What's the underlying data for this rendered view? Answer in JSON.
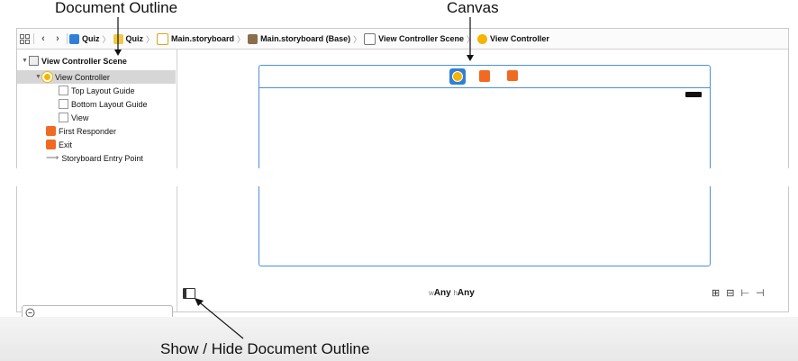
{
  "callouts": {
    "document_outline": "Document Outline",
    "canvas": "Canvas",
    "show_hide": "Show / Hide Document Outline"
  },
  "breadcrumbs": [
    {
      "label": "Quiz",
      "icon": "project-icon"
    },
    {
      "label": "Quiz",
      "icon": "folder-icon"
    },
    {
      "label": "Main.storyboard",
      "icon": "storyboard-file-icon"
    },
    {
      "label": "Main.storyboard (Base)",
      "icon": "base-localization-icon"
    },
    {
      "label": "View Controller Scene",
      "icon": "scene-icon"
    },
    {
      "label": "View Controller",
      "icon": "view-controller-icon"
    }
  ],
  "outline": {
    "scene": "View Controller Scene",
    "view_controller": "View Controller",
    "top_layout_guide": "Top Layout Guide",
    "bottom_layout_guide": "Bottom Layout Guide",
    "view": "View",
    "first_responder": "First Responder",
    "exit": "Exit",
    "entry_point": "Storyboard Entry Point"
  },
  "size_class": {
    "w_label": "w",
    "w_value": "Any",
    "h_label": "h",
    "h_value": "Any"
  },
  "colors": {
    "selection_blue": "#4a90d9",
    "vc_yellow": "#f5b400",
    "responder_orange": "#f06a22"
  }
}
